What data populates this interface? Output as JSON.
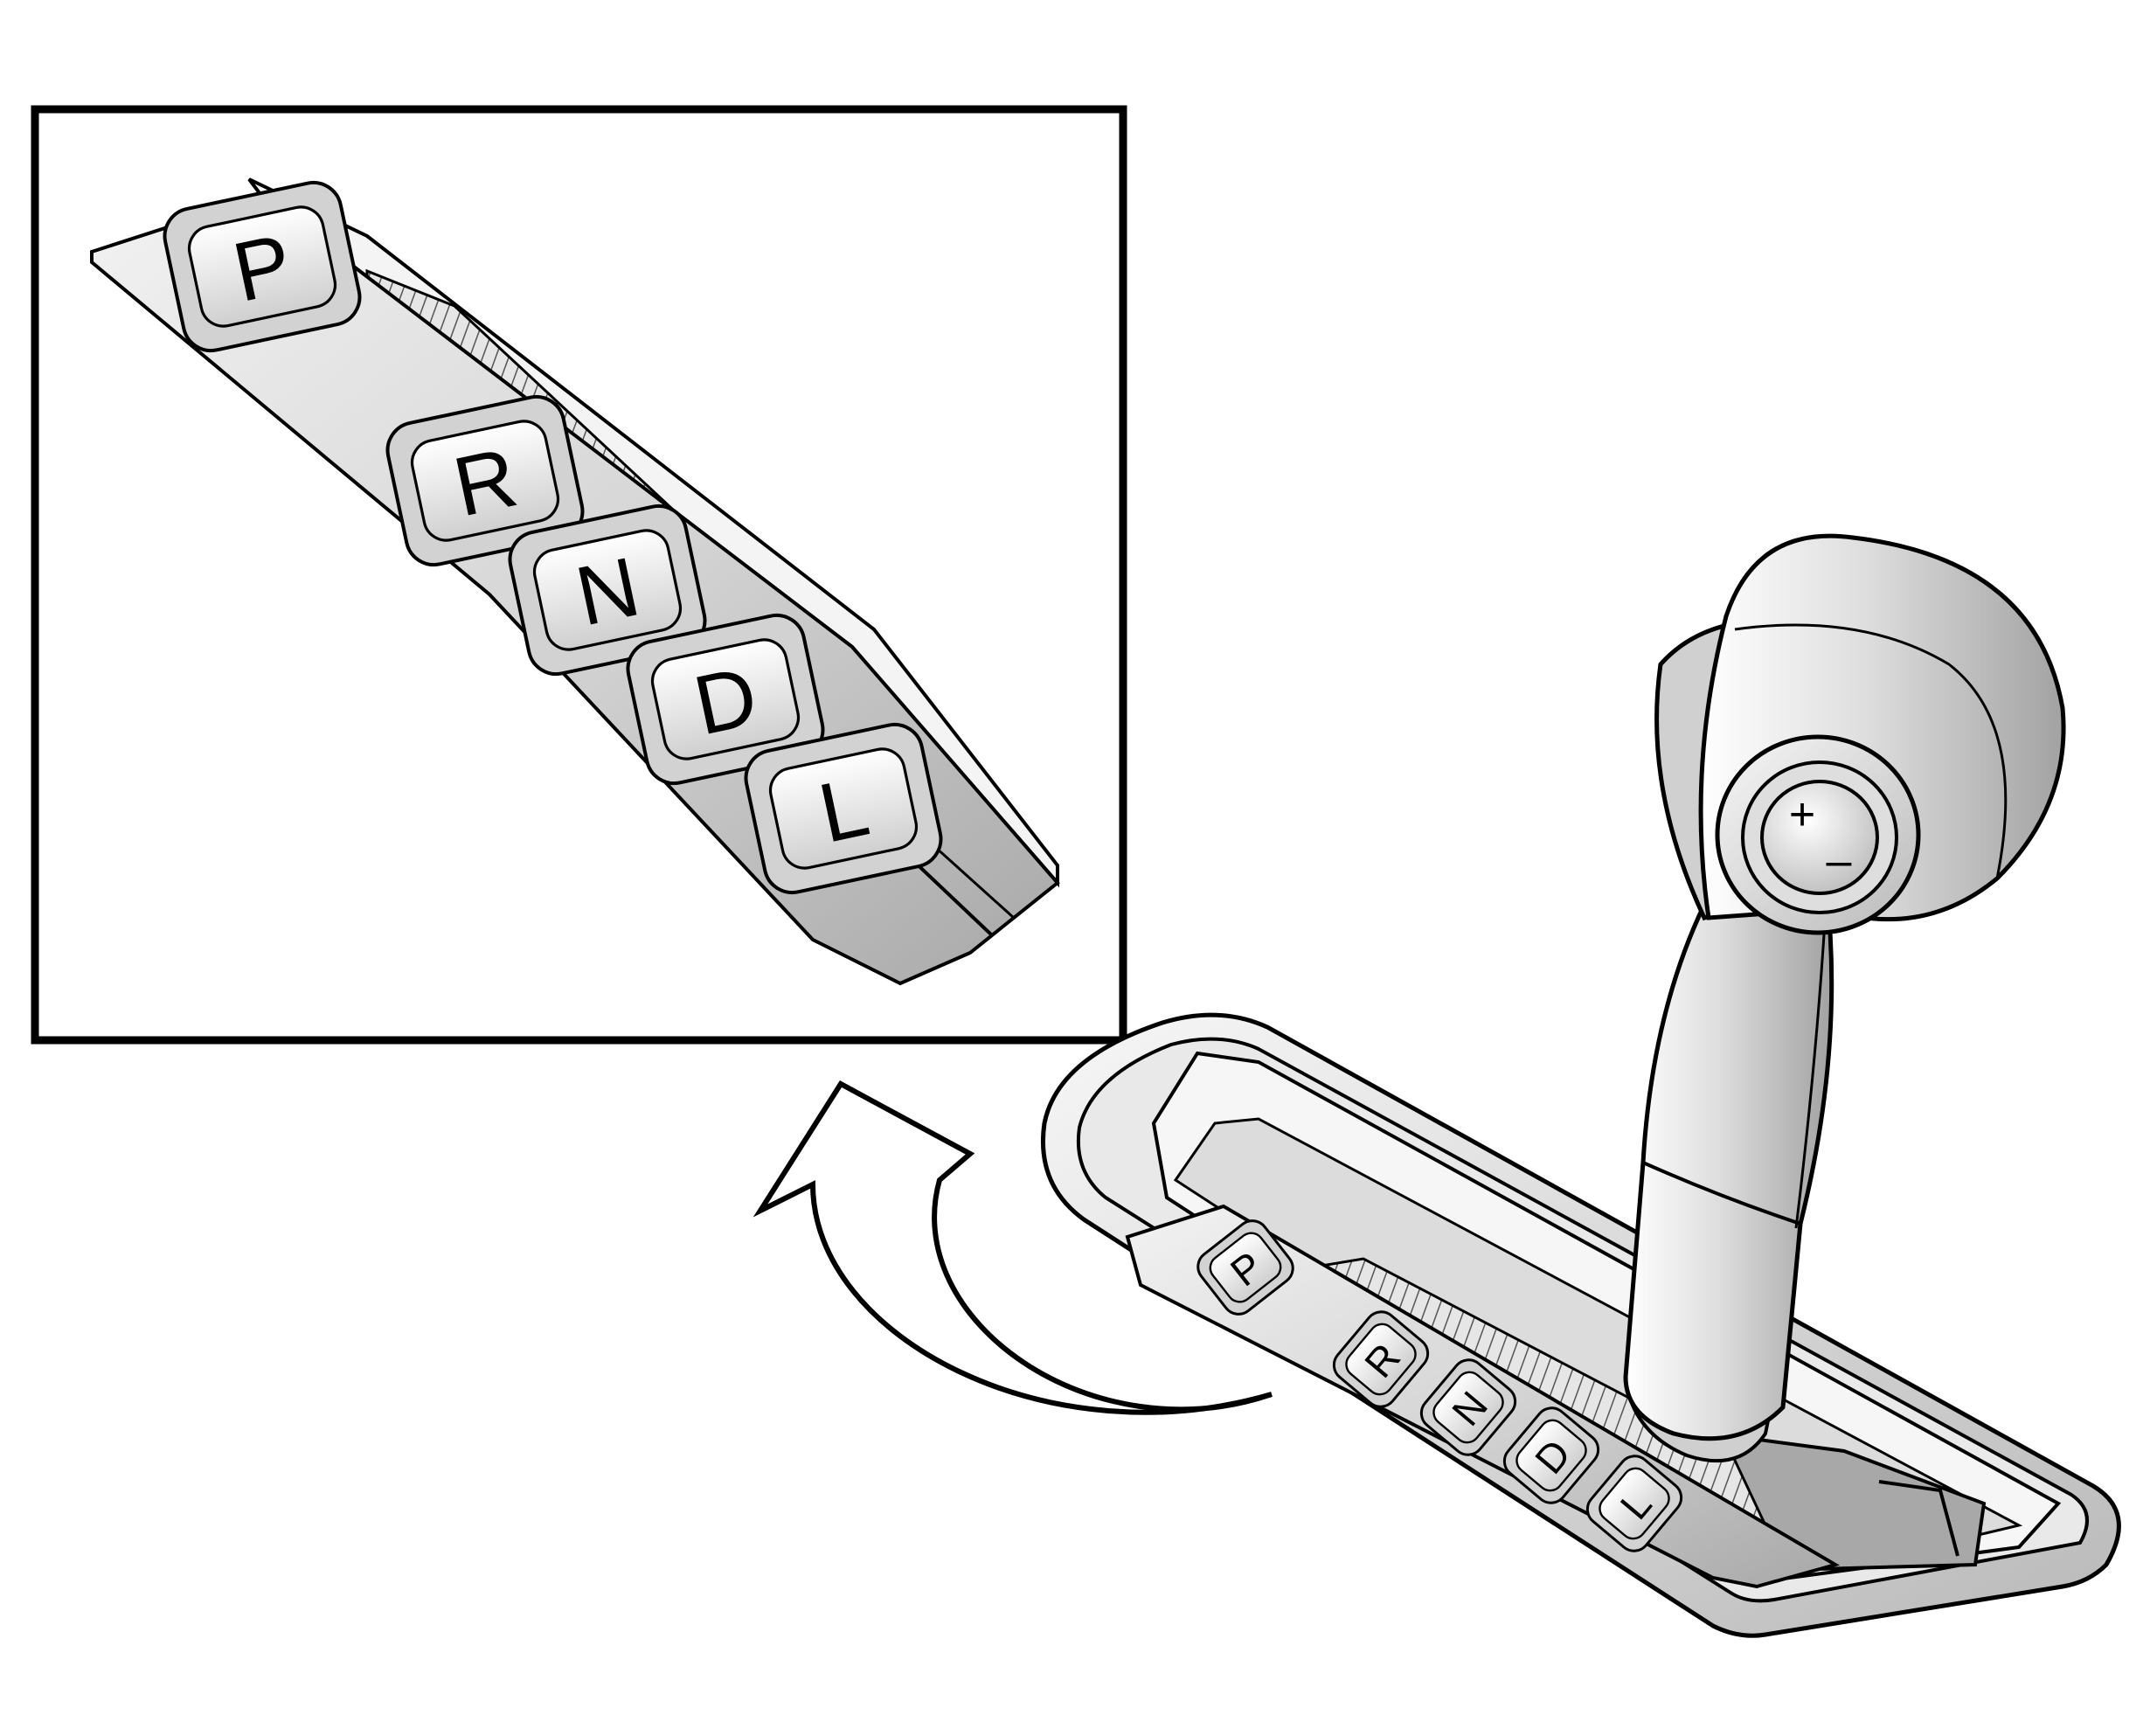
{
  "inset": {
    "gears": [
      {
        "id": "p",
        "label": "P"
      },
      {
        "id": "r",
        "label": "R"
      },
      {
        "id": "n",
        "label": "N"
      },
      {
        "id": "d",
        "label": "D"
      },
      {
        "id": "l",
        "label": "L"
      }
    ]
  },
  "console": {
    "gears": [
      {
        "id": "p",
        "label": "P"
      },
      {
        "id": "r",
        "label": "R"
      },
      {
        "id": "n",
        "label": "N"
      },
      {
        "id": "d",
        "label": "D"
      },
      {
        "id": "l",
        "label": "L"
      }
    ]
  },
  "knob": {
    "plus_label": "+",
    "minus_label": "–"
  },
  "colors": {
    "outline": "#000000",
    "surface": "#d4d4d4",
    "surface_light": "#ececec",
    "surface_dark": "#9a9a9a"
  }
}
